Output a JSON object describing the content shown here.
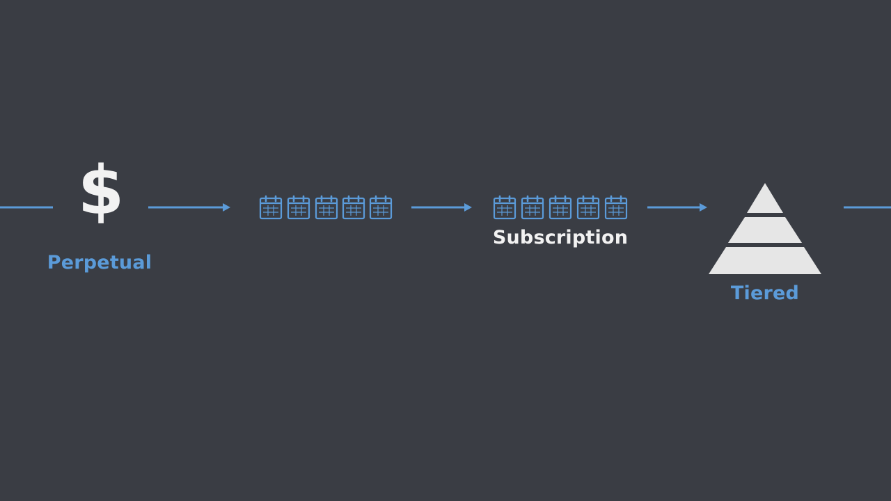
{
  "colors": {
    "background": "#3a3d44",
    "accent_blue": "#5b9bd9",
    "white": "#f2f2f2",
    "light_gray": "#e6e6e6"
  },
  "nodes": {
    "perpetual": {
      "symbol": "$",
      "label": "Perpetual",
      "icon": "dollar-icon"
    },
    "subscription": {
      "label": "Subscription",
      "icon": "calendar-icon"
    },
    "tiered": {
      "label": "Tiered",
      "icon": "pyramid-icon"
    }
  }
}
